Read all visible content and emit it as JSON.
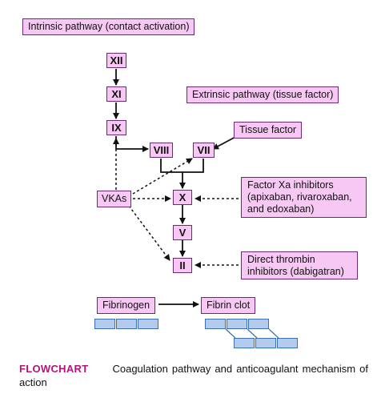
{
  "pathways": {
    "intrinsic": "Intrinsic pathway (contact activation)",
    "extrinsic": "Extrinsic pathway (tissue factor)"
  },
  "factors": {
    "xii": "XII",
    "xi": "XI",
    "ix": "IX",
    "viii": "VIII",
    "vii": "VII",
    "x": "X",
    "v": "V",
    "ii": "II"
  },
  "tissue_factor": "Tissue factor",
  "vkas": "VKAs",
  "factor_xa_inhibitors": "Factor Xa inhibitors (apixaban, rivaroxaban, and edoxaban)",
  "direct_thrombin_inhibitors": "Direct thrombin inhibitors (dabigatran)",
  "fibrinogen": "Fibrinogen",
  "fibrin_clot": "Fibrin clot",
  "caption": {
    "tag": "FLOWCHART",
    "text": "Coagulation pathway and anticoagulant mechanism of action"
  },
  "colors": {
    "box_fill": "#f7c8f3",
    "box_border": "#6b2a73",
    "caption_tag": "#b5127b",
    "chain_fill": "#b4cbee"
  }
}
